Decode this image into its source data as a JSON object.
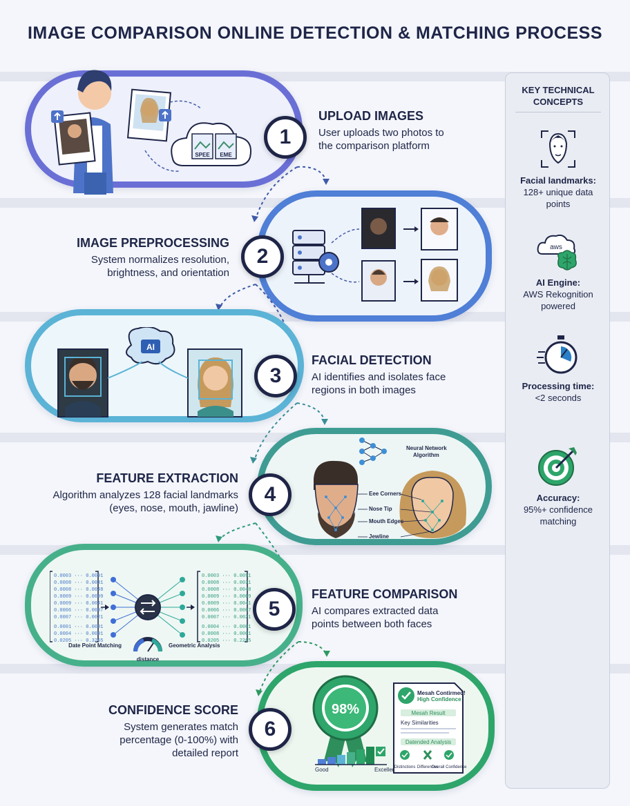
{
  "title": "IMAGE COMPARISON ONLINE DETECTION & MATCHING PROCESS",
  "colors": {
    "navy": "#1e2547",
    "step1": "#6a6fd6",
    "step2": "#4f7fd6",
    "step3": "#5bb3d6",
    "step4": "#3f9c93",
    "step5": "#46b08a",
    "step6": "#2ea56a"
  },
  "steps": [
    {
      "number": "1",
      "title": "UPLOAD IMAGES",
      "desc_lines": [
        "User uploads two photos to",
        "the comparison platform"
      ]
    },
    {
      "number": "2",
      "title": "IMAGE PREPROCESSING",
      "desc_lines": [
        "System normalizes resolution,",
        "brightness, and orientation"
      ]
    },
    {
      "number": "3",
      "title": "FACIAL DETECTION",
      "desc_lines": [
        "AI identifies and isolates face",
        "regions in both images"
      ]
    },
    {
      "number": "4",
      "title": "FEATURE EXTRACTION",
      "desc_lines": [
        "Algorithm analyzes 128 facial landmarks",
        "(eyes, nose, mouth, jawline)"
      ]
    },
    {
      "number": "5",
      "title": "FEATURE COMPARISON",
      "desc_lines": [
        "AI compares extracted data",
        "points between both faces"
      ]
    },
    {
      "number": "6",
      "title": "CONFIDENCE SCORE",
      "desc_lines": [
        "System generates match",
        "percentage (0-100%) with",
        "detailed report"
      ]
    }
  ],
  "scene_labels": {
    "file_tags": [
      "SPEE",
      "EME"
    ],
    "ai_chip": "AI",
    "network_label_lines": [
      "Neural Network",
      "Algorithm"
    ],
    "landmark_labels": [
      "Eee Corners",
      "Nose Tip",
      "Mouth Edges",
      "Jewline"
    ],
    "comparison_labels": [
      "Date Point Matching",
      "distance",
      "Geometric Analysis"
    ],
    "score": "98%",
    "report_title_lines": [
      "Mesah Contirmed!",
      "High Confidence"
    ],
    "report_rows": [
      "Mesah Result",
      "Key Similarities",
      "Datended Analysis"
    ],
    "report_footer": [
      "Distinctions",
      "Differences",
      "Overall Confidence"
    ],
    "bar_labels": [
      "Good",
      "Excellen"
    ],
    "aws_logo": "aws"
  },
  "sidebar": {
    "heading_lines": [
      "KEY TECHNICAL",
      "CONCEPTS"
    ],
    "concepts": [
      {
        "icon": "face-scan-icon",
        "label": "Facial landmarks:",
        "value_lines": [
          "128+ unique data",
          "points"
        ]
      },
      {
        "icon": "aws-brain-icon",
        "label": "AI Engine:",
        "value_lines": [
          "AWS Rekognition",
          "powered"
        ]
      },
      {
        "icon": "stopwatch-icon",
        "label": "Processing time:",
        "value_lines": [
          "<2 seconds"
        ]
      },
      {
        "icon": "target-icon",
        "label": "Accuracy:",
        "value_lines": [
          "95%+ confidence",
          "matching"
        ]
      }
    ]
  }
}
